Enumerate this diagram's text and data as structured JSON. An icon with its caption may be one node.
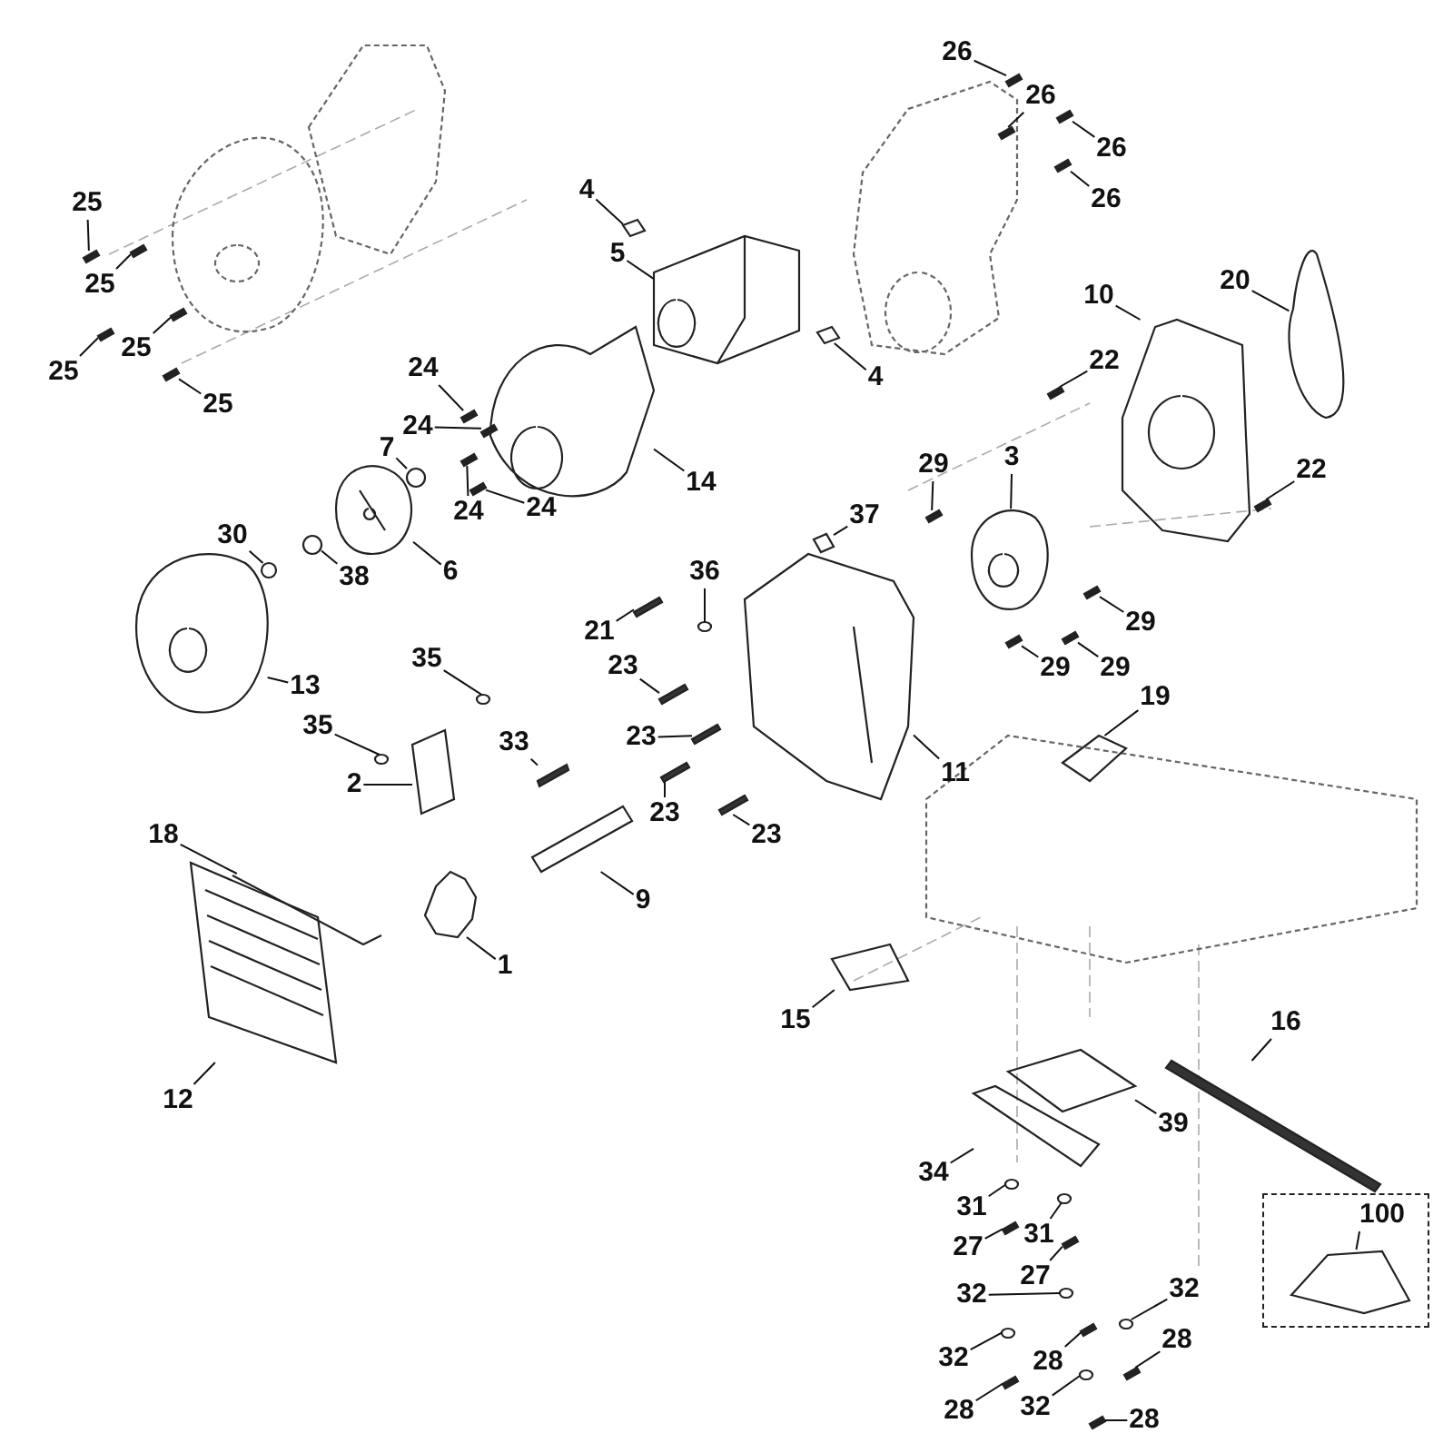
{
  "diagram": {
    "nodes": [
      {
        "text": [
          "25"
        ]
      },
      {
        "text": [
          "25"
        ]
      },
      {
        "text": [
          "25"
        ]
      },
      {
        "text": [
          "25"
        ]
      },
      {
        "text": [
          "25"
        ]
      },
      {
        "text": [
          "26"
        ]
      },
      {
        "text": [
          "26"
        ]
      },
      {
        "text": [
          "26"
        ]
      },
      {
        "text": [
          "26"
        ]
      },
      {
        "text": [
          "4"
        ]
      },
      {
        "text": [
          "5"
        ]
      },
      {
        "text": [
          "4"
        ]
      },
      {
        "text": [
          "20"
        ]
      },
      {
        "text": [
          "10"
        ]
      },
      {
        "text": [
          "22"
        ]
      },
      {
        "text": [
          "24"
        ]
      },
      {
        "text": [
          "24"
        ]
      },
      {
        "text": [
          "14"
        ]
      },
      {
        "text": [
          "7"
        ]
      },
      {
        "text": [
          "24"
        ]
      },
      {
        "text": [
          "24"
        ]
      },
      {
        "text": [
          "29"
        ]
      },
      {
        "text": [
          "3"
        ]
      },
      {
        "text": [
          "22"
        ]
      },
      {
        "text": [
          "37"
        ]
      },
      {
        "text": [
          "30"
        ]
      },
      {
        "text": [
          "38"
        ]
      },
      {
        "text": [
          "6"
        ]
      },
      {
        "text": [
          "36"
        ]
      },
      {
        "text": [
          "21"
        ]
      },
      {
        "text": [
          "29"
        ]
      },
      {
        "text": [
          "35"
        ]
      },
      {
        "text": [
          "23"
        ]
      },
      {
        "text": [
          "13"
        ]
      },
      {
        "text": [
          "29"
        ]
      },
      {
        "text": [
          "29"
        ]
      },
      {
        "text": [
          "35"
        ]
      },
      {
        "text": [
          "19"
        ]
      },
      {
        "text": [
          "23"
        ]
      },
      {
        "text": [
          "33"
        ]
      },
      {
        "text": [
          "11"
        ]
      },
      {
        "text": [
          "2"
        ]
      },
      {
        "text": [
          "23"
        ]
      },
      {
        "text": [
          "23"
        ]
      },
      {
        "text": [
          "18"
        ]
      },
      {
        "text": [
          "9"
        ]
      },
      {
        "text": [
          "1"
        ]
      },
      {
        "text": [
          "15"
        ]
      },
      {
        "text": [
          "16"
        ]
      },
      {
        "text": [
          "12"
        ]
      },
      {
        "text": [
          "39"
        ]
      },
      {
        "text": [
          "34"
        ]
      },
      {
        "text": [
          "31"
        ]
      },
      {
        "text": [],
        "shape": "box"
      },
      {
        "text": [
          "100"
        ],
        "in": 53
      },
      {
        "text": [
          "31"
        ]
      },
      {
        "text": [
          "27"
        ]
      },
      {
        "text": [
          "27"
        ]
      },
      {
        "text": [
          "32"
        ]
      },
      {
        "text": [
          "32"
        ]
      },
      {
        "text": [
          "28"
        ]
      },
      {
        "text": [
          "32"
        ]
      },
      {
        "text": [
          "28"
        ]
      },
      {
        "text": [
          "32"
        ]
      },
      {
        "text": [
          "28"
        ]
      },
      {
        "text": [
          "28"
        ]
      },
      {
        "text": [],
        "shape": "picture"
      },
      {
        "text": [],
        "shape": "picture"
      },
      {
        "text": [],
        "shape": "picture"
      },
      {
        "text": [],
        "shape": "picture"
      },
      {
        "text": [],
        "shape": "picture"
      },
      {
        "text": [],
        "shape": "picture"
      },
      {
        "text": [],
        "shape": "picture"
      },
      {
        "text": [],
        "shape": "picture"
      },
      {
        "text": [],
        "shape": "picture"
      },
      {
        "text": [],
        "shape": "picture"
      },
      {
        "text": [],
        "shape": "picture"
      },
      {
        "text": [],
        "shape": "picture"
      },
      {
        "text": [],
        "shape": "picture"
      },
      {
        "text": [],
        "shape": "picture"
      },
      {
        "text": [],
        "shape": "picture"
      },
      {
        "text": [],
        "shape": "picture"
      },
      {
        "text": [],
        "shape": "picture"
      },
      {
        "text": [],
        "shape": "picture"
      },
      {
        "text": [],
        "shape": "picture"
      },
      {
        "text": [],
        "shape": "picture"
      },
      {
        "text": [],
        "shape": "picture"
      },
      {
        "text": [],
        "shape": "picture"
      },
      {
        "text": [],
        "shape": "picture"
      },
      {
        "text": [],
        "shape": "picture"
      },
      {
        "text": [],
        "shape": "picture"
      },
      {
        "text": [],
        "shape": "picture"
      },
      {
        "text": [],
        "shape": "picture"
      },
      {
        "text": [],
        "shape": "picture"
      },
      {
        "text": [],
        "shape": "picture"
      },
      {
        "text": [],
        "shape": "bar"
      },
      {
        "text": [],
        "shape": "picture"
      },
      {
        "text": [],
        "shape": "picture"
      },
      {
        "text": [],
        "shape": "bar"
      },
      {
        "text": [],
        "shape": "picture"
      },
      {
        "text": [],
        "shape": "picture"
      },
      {
        "text": [],
        "shape": "picture"
      },
      {
        "text": [],
        "shape": "picture"
      },
      {
        "text": [],
        "shape": "picture"
      },
      {
        "text": [],
        "shape": "bar"
      },
      {
        "text": [],
        "shape": "bar"
      },
      {
        "text": [],
        "shape": "picture"
      },
      {
        "text": [],
        "shape": "picture"
      },
      {
        "text": [],
        "shape": "bar"
      },
      {
        "text": [],
        "shape": "bar"
      },
      {
        "text": [],
        "shape": "picture"
      },
      {
        "text": [],
        "shape": "picture"
      },
      {
        "text": [],
        "shape": "picture"
      },
      {
        "text": [],
        "shape": "picture"
      },
      {
        "text": [],
        "shape": "bar"
      },
      {
        "text": [],
        "shape": "picture"
      },
      {
        "text": [],
        "shape": "picture"
      },
      {
        "text": [],
        "shape": "picture"
      },
      {
        "text": [],
        "shape": "picture"
      },
      {
        "text": [],
        "shape": "picture",
        "in": 53
      },
      {
        "text": [],
        "shape": "picture"
      },
      {
        "text": [],
        "shape": "picture"
      },
      {
        "text": [],
        "shape": "picture"
      },
      {
        "text": [],
        "shape": "picture"
      },
      {
        "text": [],
        "shape": "picture"
      },
      {
        "text": [],
        "shape": "picture"
      },
      {
        "text": [],
        "shape": "picture"
      },
      {
        "text": [],
        "shape": "picture"
      },
      {
        "text": [],
        "shape": "picture"
      },
      {
        "text": [],
        "shape": "picture"
      },
      {
        "text": [],
        "shape": "picture"
      }
    ],
    "edges": [
      {
        "from": 0,
        "to": 66,
        "arrow": "none"
      },
      {
        "from": 1,
        "to": 67,
        "arrow": "none"
      },
      {
        "from": 2,
        "to": 68,
        "arrow": "none"
      },
      {
        "from": 3,
        "to": 69,
        "arrow": "none"
      },
      {
        "from": 4,
        "to": 70,
        "arrow": "none"
      },
      {
        "from": 5,
        "to": 71,
        "arrow": "none"
      },
      {
        "from": 6,
        "to": 72,
        "arrow": "none"
      },
      {
        "from": 7,
        "to": 73,
        "arrow": "none"
      },
      {
        "from": 8,
        "to": 74,
        "arrow": "none"
      },
      {
        "from": 9,
        "to": 75,
        "arrow": "none"
      },
      {
        "from": 10,
        "to": 76,
        "arrow": "none"
      },
      {
        "from": 11,
        "to": 77,
        "arrow": "none"
      },
      {
        "from": 12,
        "to": 78,
        "arrow": "none"
      },
      {
        "from": 13,
        "to": 79,
        "arrow": "none"
      },
      {
        "from": 14,
        "to": 80,
        "arrow": "none"
      },
      {
        "from": 15,
        "to": 81,
        "arrow": "none"
      },
      {
        "from": 16,
        "to": 82,
        "arrow": "none"
      },
      {
        "from": 17,
        "to": 83,
        "arrow": "none"
      },
      {
        "from": 18,
        "to": 84,
        "arrow": "none"
      },
      {
        "from": 19,
        "to": 85,
        "arrow": "none"
      },
      {
        "from": 20,
        "to": 86,
        "arrow": "none"
      },
      {
        "from": 21,
        "to": 87,
        "arrow": "none"
      },
      {
        "from": 22,
        "to": 88,
        "arrow": "none"
      },
      {
        "from": 23,
        "to": 89,
        "arrow": "none"
      },
      {
        "from": 24,
        "to": 90,
        "arrow": "none"
      },
      {
        "from": 25,
        "to": 91,
        "arrow": "none"
      },
      {
        "from": 26,
        "to": 92,
        "arrow": "none"
      },
      {
        "from": 27,
        "to": 93,
        "arrow": "none"
      },
      {
        "from": 28,
        "to": 94,
        "arrow": "none"
      },
      {
        "from": 29,
        "to": 95,
        "arrow": "none"
      },
      {
        "from": 30,
        "to": 96,
        "arrow": "none"
      },
      {
        "from": 31,
        "to": 97,
        "arrow": "none"
      },
      {
        "from": 32,
        "to": 98,
        "arrow": "none"
      },
      {
        "from": 33,
        "to": 99,
        "arrow": "none"
      },
      {
        "from": 34,
        "to": 100,
        "arrow": "none"
      },
      {
        "from": 35,
        "to": 101,
        "arrow": "none"
      },
      {
        "from": 36,
        "to": 102,
        "arrow": "none"
      },
      {
        "from": 37,
        "to": 103,
        "arrow": "none"
      },
      {
        "from": 38,
        "to": 104,
        "arrow": "none"
      },
      {
        "from": 39,
        "to": 105,
        "arrow": "none"
      },
      {
        "from": 40,
        "to": 106,
        "arrow": "none"
      },
      {
        "from": 41,
        "to": 107,
        "arrow": "none"
      },
      {
        "from": 42,
        "to": 108,
        "arrow": "none"
      },
      {
        "from": 43,
        "to": 109,
        "arrow": "none"
      },
      {
        "from": 44,
        "to": 110,
        "arrow": "none"
      },
      {
        "from": 45,
        "to": 111,
        "arrow": "none"
      },
      {
        "from": 46,
        "to": 112,
        "arrow": "none"
      },
      {
        "from": 47,
        "to": 113,
        "arrow": "none"
      },
      {
        "from": 48,
        "to": 114,
        "arrow": "none"
      },
      {
        "from": 49,
        "to": 115,
        "arrow": "none"
      },
      {
        "from": 50,
        "to": 116,
        "arrow": "none"
      },
      {
        "from": 51,
        "to": 117,
        "arrow": "none"
      },
      {
        "from": 52,
        "to": 118,
        "arrow": "none"
      },
      {
        "from": 54,
        "to": 119,
        "arrow": "none"
      },
      {
        "from": 55,
        "to": 120,
        "arrow": "none"
      },
      {
        "from": 56,
        "to": 121,
        "arrow": "none"
      },
      {
        "from": 57,
        "to": 122,
        "arrow": "none"
      },
      {
        "from": 58,
        "to": 123,
        "arrow": "none"
      },
      {
        "from": 59,
        "to": 124,
        "arrow": "none"
      },
      {
        "from": 60,
        "to": 125,
        "arrow": "none"
      },
      {
        "from": 61,
        "to": 126,
        "arrow": "none"
      },
      {
        "from": 62,
        "to": 127,
        "arrow": "none"
      },
      {
        "from": 63,
        "to": 128,
        "arrow": "none"
      },
      {
        "from": 64,
        "to": 129,
        "arrow": "none"
      },
      {
        "from": 65,
        "to": 130,
        "arrow": "none"
      }
    ]
  }
}
